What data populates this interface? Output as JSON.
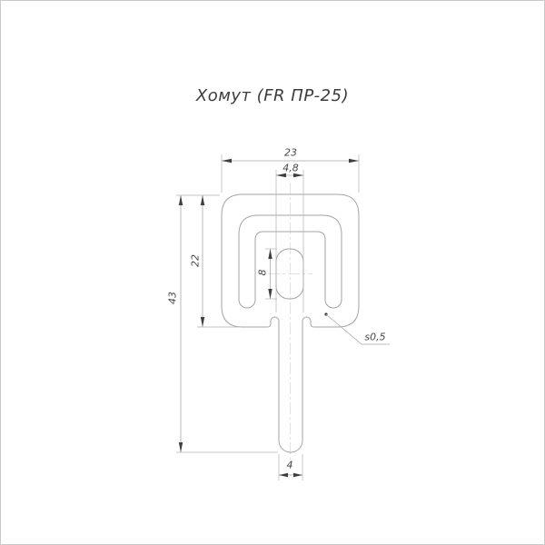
{
  "title": "Хомут (FR ПР-25)",
  "dimensions": {
    "head_width": "23",
    "hole_width": "4,8",
    "head_height": "22",
    "overall_height": "43",
    "hole_height": "8",
    "wall_thickness": "s0,5",
    "stem_width": "4"
  },
  "colors": {
    "background": "#ffffff",
    "page_border": "#c9c9c9",
    "profile_outline": "#a3a3a3",
    "dimension_lines": "#a9a9a9",
    "centerline": "#d8d8d8",
    "annotation_text": "#474747",
    "arrowheads": "#3f3f3f"
  }
}
